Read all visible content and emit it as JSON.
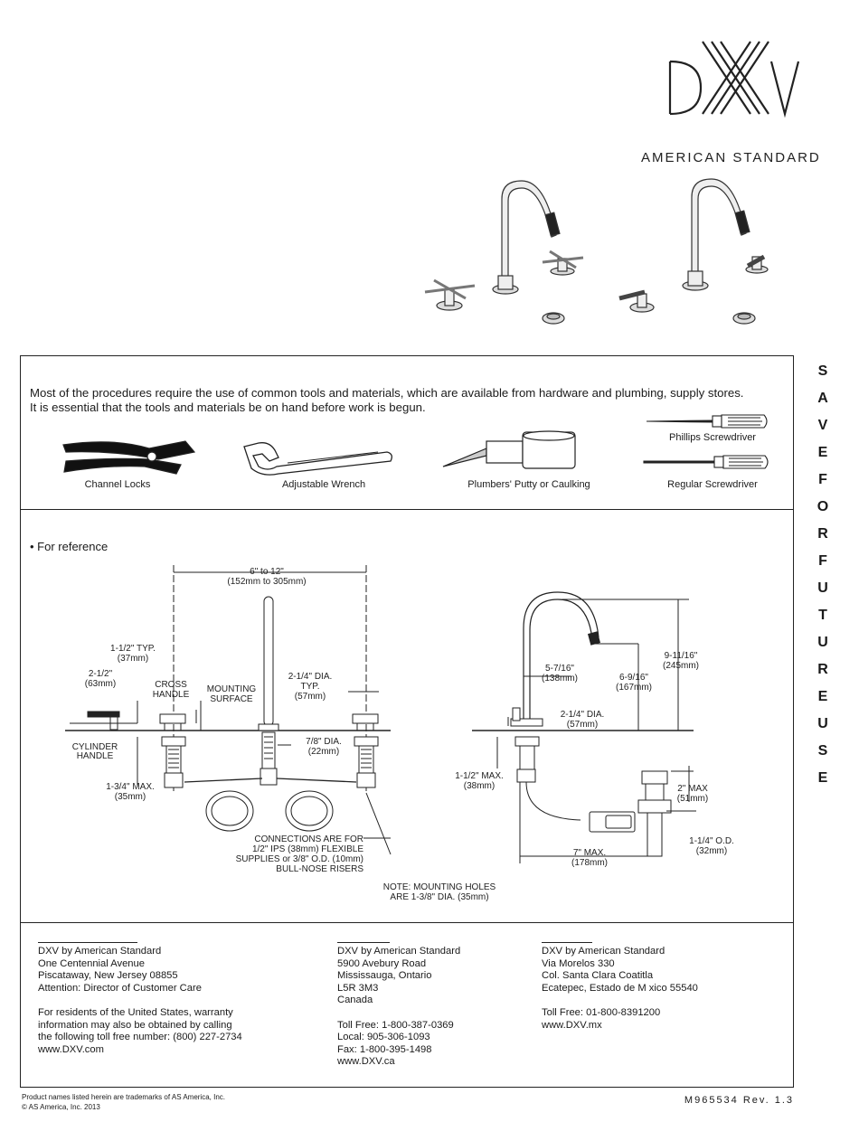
{
  "header": {
    "logo_text": "DXV",
    "brand": "AMERICAN STANDARD"
  },
  "intro": {
    "text": "Most of the procedures require the use of common tools and materials, which are available from hardware and plumbing, supply stores. It is essential that the tools and materials be on hand before work is begun."
  },
  "tools": [
    {
      "label": "Channel Locks",
      "icon": "channel-locks-icon"
    },
    {
      "label": "Adjustable Wrench",
      "icon": "adjustable-wrench-icon"
    },
    {
      "label": "Plumbers' Putty or Caulking",
      "icon": "putty-icon"
    },
    {
      "label": "Phillips Screwdriver",
      "icon": "phillips-screwdriver-icon"
    },
    {
      "label": "Regular Screwdriver",
      "icon": "regular-screwdriver-icon"
    }
  ],
  "side_text": [
    "S",
    "A",
    "V",
    "E",
    "",
    "F",
    "O",
    "R",
    "",
    "F",
    "U",
    "T",
    "U",
    "R",
    "E",
    "",
    "U",
    "S",
    "E"
  ],
  "reference": {
    "heading": "• For reference",
    "left": {
      "span_1": "6\" to 12\"",
      "span_2": "(152mm to 305mm)",
      "typ_1": "1-1/2\" TYP.",
      "typ_2": "(37mm)",
      "h_1": "2-1/2\"",
      "h_2": "(63mm)",
      "cross_1": "CROSS",
      "cross_2": "HANDLE",
      "mount_1": "MOUNTING",
      "mount_2": "SURFACE",
      "dia_1": "2-1/4\" DIA.",
      "dia_2": "TYP.",
      "dia_3": "(57mm)",
      "cyl_1": "CYLINDER",
      "cyl_2": "HANDLE",
      "hole_1": "7/8\" DIA.",
      "hole_2": "(22mm)",
      "max_1": "1-3/4\" MAX.",
      "max_2": "(35mm)",
      "conn_1": "CONNECTIONS ARE FOR",
      "conn_2": "1/2\" IPS (38mm) FLEXIBLE",
      "conn_3": "SUPPLIES or 3/8\" O.D. (10mm)",
      "conn_4": "BULL-NOSE RISERS",
      "note_1": "NOTE: MOUNTING HOLES",
      "note_2": "ARE 1-3/8\" DIA. (35mm)"
    },
    "right": {
      "reach_1": "5-7/16\"",
      "reach_2": "(138mm)",
      "clear_1": "6-9/16\"",
      "clear_2": "(167mm)",
      "height_1": "9-11/16\"",
      "height_2": "(245mm)",
      "base_1": "2-1/4\" DIA.",
      "base_2": "(57mm)",
      "shank_1": "1-1/2\" MAX.",
      "shank_2": "(38mm)",
      "drain_1": "2\" MAX",
      "drain_2": "(51mm)",
      "od_1": "1-1/4\" O.D.",
      "od_2": "(32mm)",
      "seven_1": "7\" MAX.",
      "seven_2": "(178mm)"
    }
  },
  "addresses": {
    "us": [
      "DXV by American Standard",
      "One Centennial Avenue",
      "Piscataway, New Jersey 08855",
      "Attention: Director of Customer Care",
      "",
      "For residents of the United States, warranty",
      "information may also be obtained by calling",
      "the following toll free number: (800) 227-2734",
      "www.DXV.com"
    ],
    "canada": [
      "DXV by American Standard",
      "5900 Avebury Road",
      "Mississauga, Ontario",
      "L5R 3M3",
      "Canada",
      "",
      "Toll Free: 1-800-387-0369",
      "Local: 905-306-1093",
      "Fax: 1-800-395-1498",
      "www.DXV.ca"
    ],
    "mexico": [
      "DXV by American Standard",
      "Via Morelos 330",
      "Col. Santa Clara Coatitla",
      "Ecatepec, Estado de M  xico 55540",
      "",
      "Toll Free: 01-800-8391200",
      "www.DXV.mx"
    ]
  },
  "footer": {
    "trademark": "Product names listed herein are trademarks of AS America, Inc.",
    "copyright": "© AS America, Inc. 2013",
    "doc_number": "M965534 Rev. 1.3"
  }
}
